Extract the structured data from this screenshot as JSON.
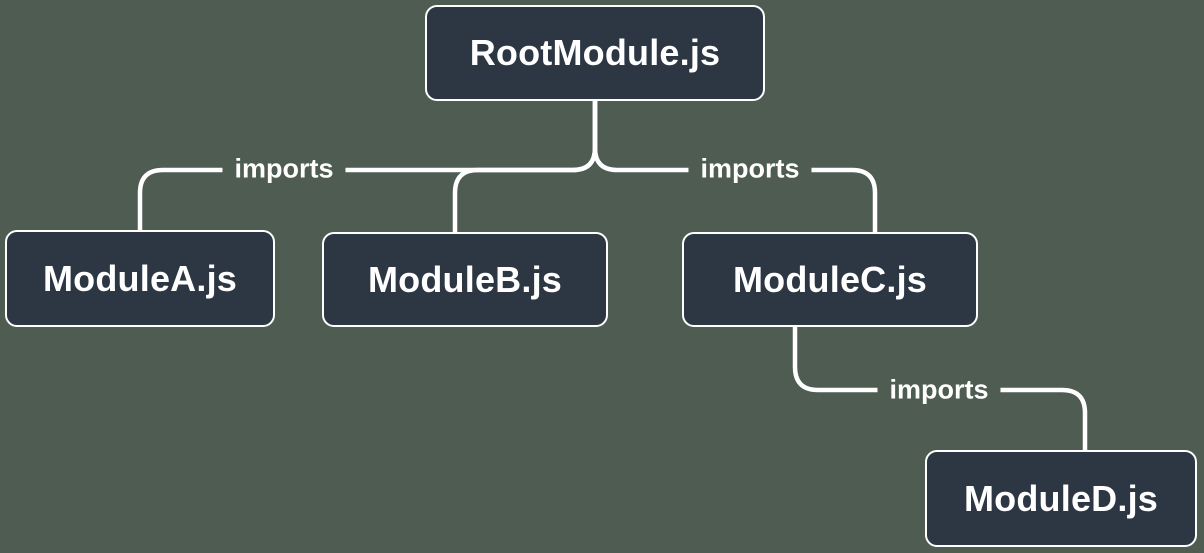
{
  "diagram": {
    "type": "module-import-tree",
    "colors": {
      "background": "#4e5c52",
      "node_fill": "#2d3643",
      "node_border": "#ffffff",
      "line": "#ffffff",
      "text": "#ffffff"
    },
    "nodes": [
      {
        "id": "root",
        "label": "RootModule.js"
      },
      {
        "id": "moduleA",
        "label": "ModuleA.js"
      },
      {
        "id": "moduleB",
        "label": "ModuleB.js"
      },
      {
        "id": "moduleC",
        "label": "ModuleC.js"
      },
      {
        "id": "moduleD",
        "label": "ModuleD.js"
      }
    ],
    "edges": [
      {
        "from": "root",
        "to": "moduleA",
        "label": "imports"
      },
      {
        "from": "root",
        "to": "moduleB",
        "label": ""
      },
      {
        "from": "root",
        "to": "moduleC",
        "label": "imports"
      },
      {
        "from": "moduleC",
        "to": "moduleD",
        "label": "imports"
      }
    ]
  }
}
